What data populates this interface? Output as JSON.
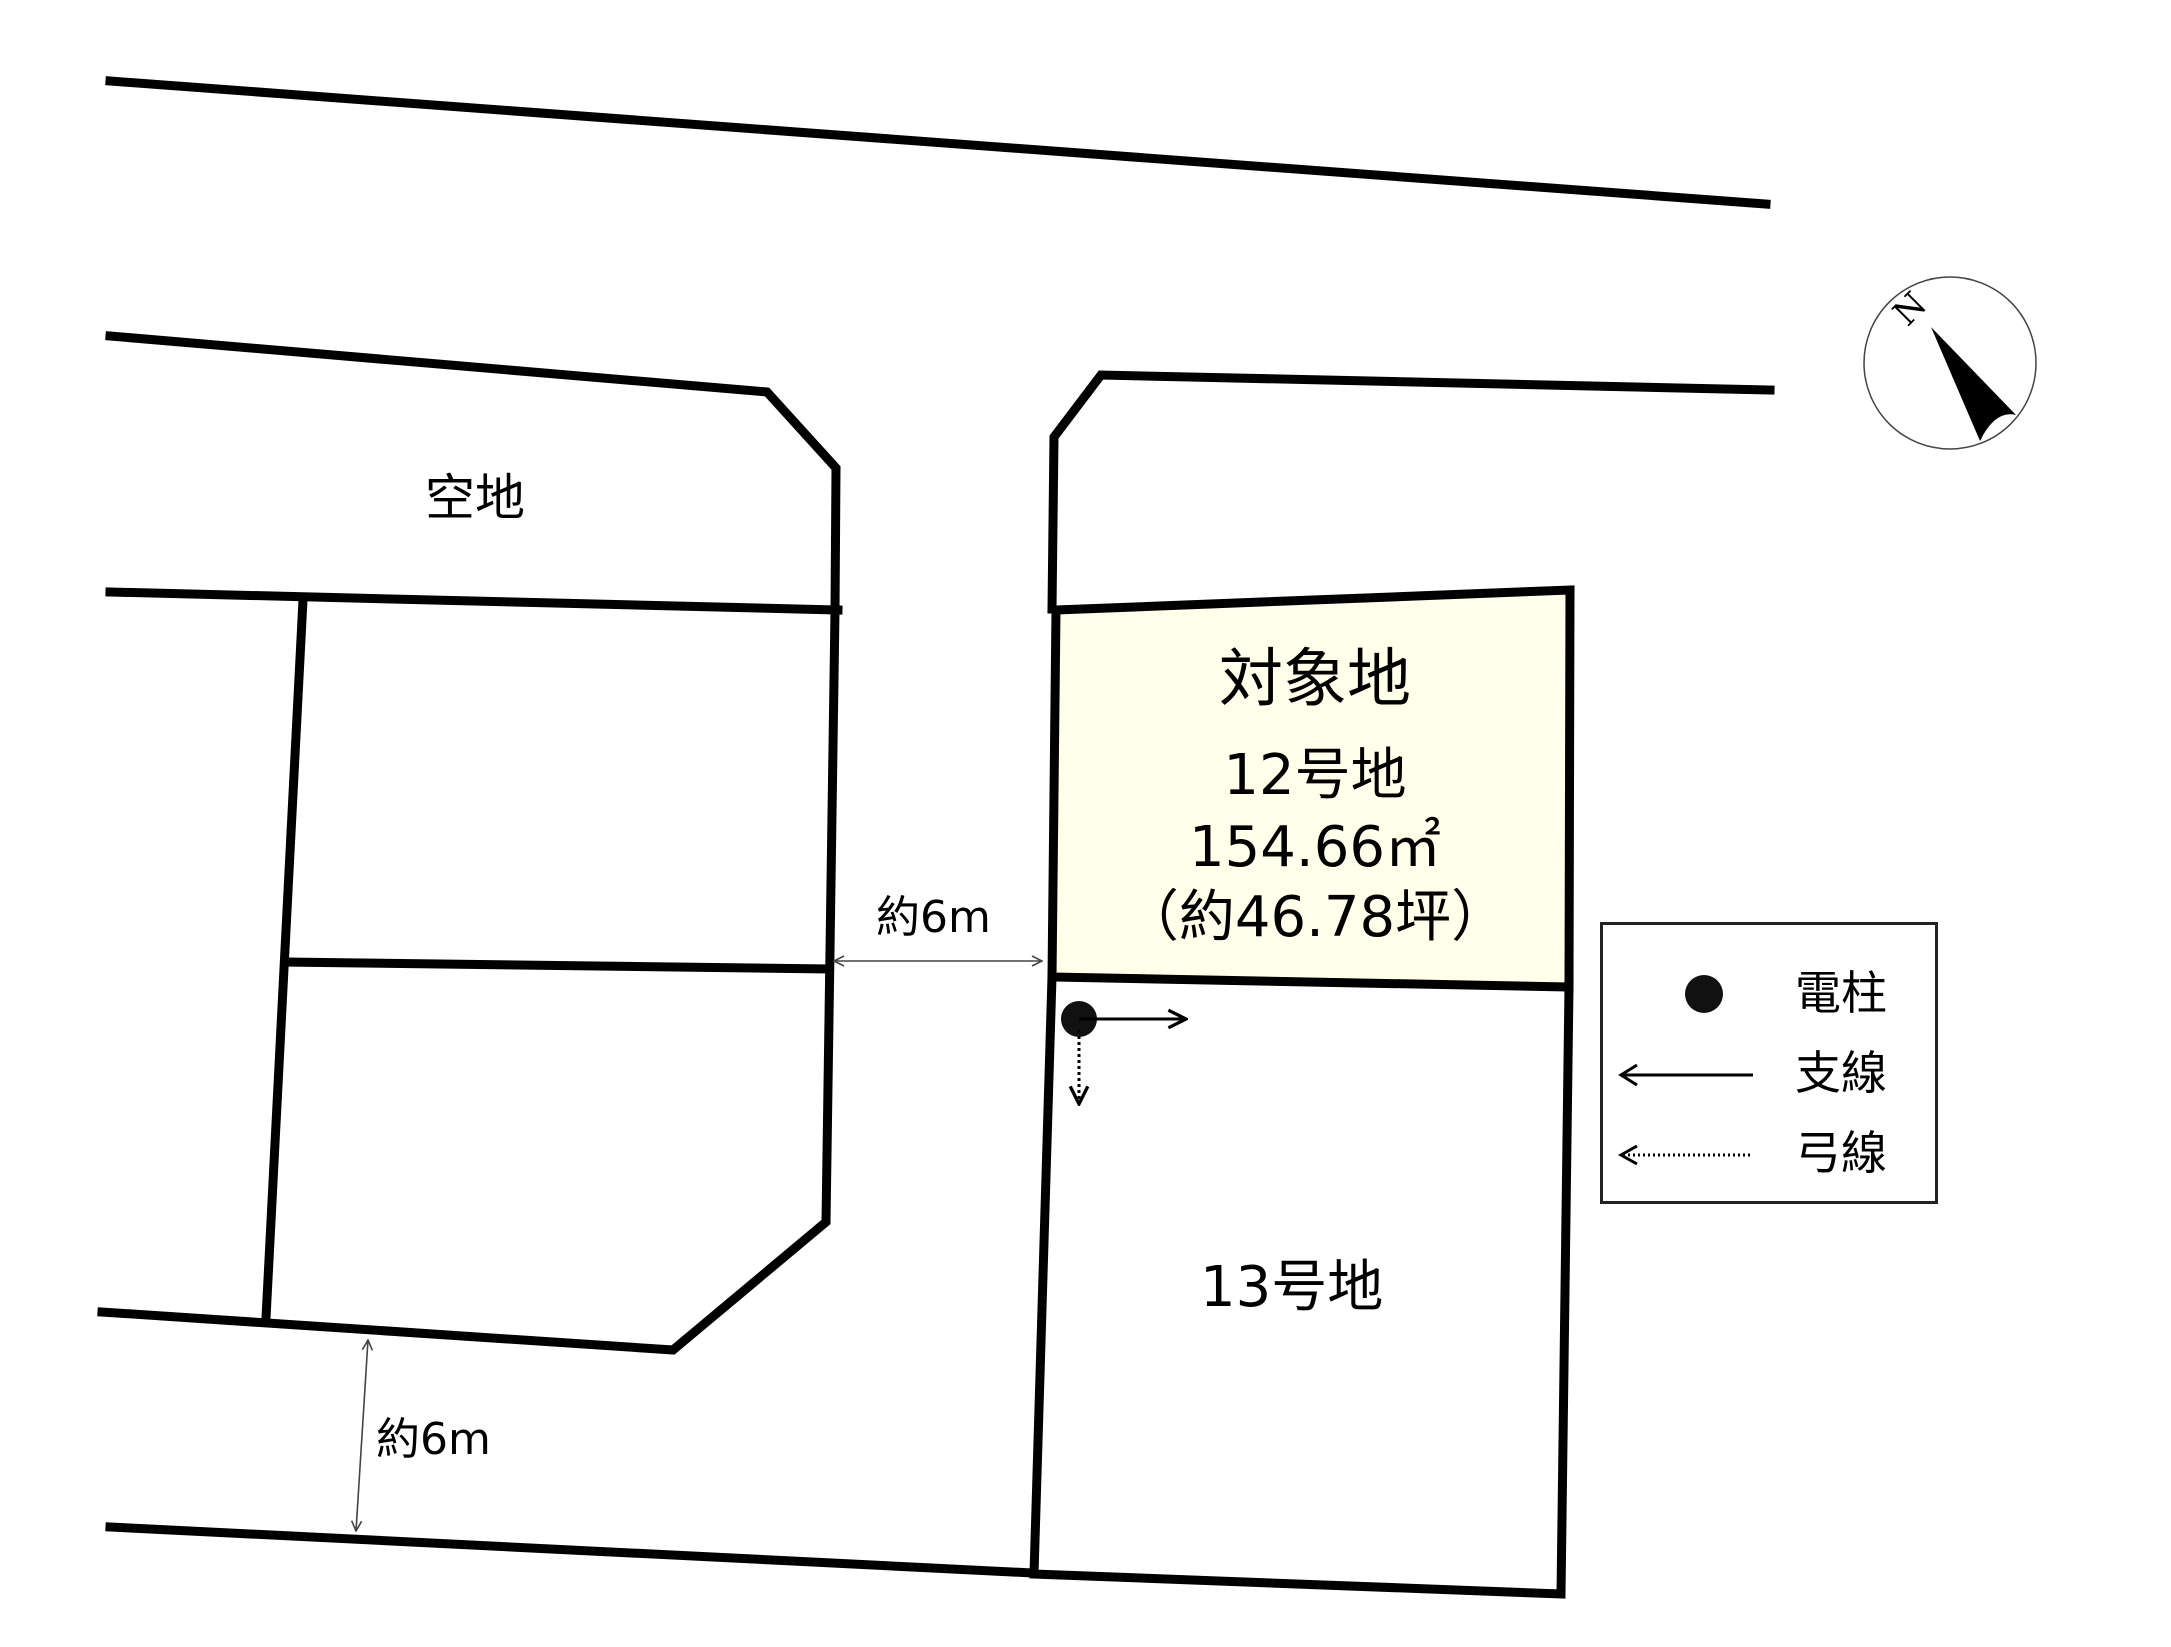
{
  "diagram": {
    "type": "site_plan",
    "colors": {
      "border": "#000000",
      "target_fill": "#FFFFEA",
      "background": "#FFFFFF",
      "dimension_line": "#444444"
    }
  },
  "labels": {
    "vacant_lot": "空地",
    "target_lot": {
      "title": "対象地",
      "lot_number": "12号地",
      "area_sqm": "154.66㎡",
      "area_tsubo": "（約46.78坪）"
    },
    "lot_13": "13号地"
  },
  "dimensions": {
    "road_width_vertical": "約6m",
    "road_width_horizontal": "約6m"
  },
  "compass": {
    "north_label": "N"
  },
  "legend": {
    "items": [
      {
        "symbol": "filled-circle",
        "label": "電柱"
      },
      {
        "symbol": "solid-arrow-left",
        "label": "支線"
      },
      {
        "symbol": "dotted-arrow-left",
        "label": "弓線"
      }
    ]
  }
}
